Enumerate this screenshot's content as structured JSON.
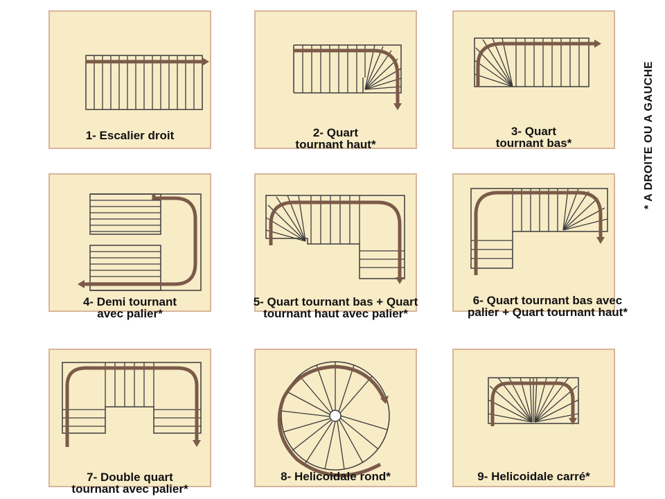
{
  "side_note": "* A DROITE OU A GAUCHE",
  "colors": {
    "panel_bg": "#f8ecc7",
    "panel_border": "#d7b59a",
    "rail": "#7a5a48",
    "stair": "#3b3b3b"
  },
  "diagrams": [
    {
      "lines": [
        "1- Escalier droit"
      ]
    },
    {
      "lines": [
        "2- Quart",
        "tournant haut*"
      ]
    },
    {
      "lines": [
        "3- Quart",
        "tournant bas*"
      ]
    },
    {
      "lines": [
        "4- Demi tournant",
        "avec palier*"
      ]
    },
    {
      "lines": [
        "5- Quart tournant bas + Quart",
        "tournant haut avec palier*"
      ]
    },
    {
      "lines": [
        "6- Quart tournant bas avec",
        "palier + Quart tournant haut*"
      ]
    },
    {
      "lines": [
        "7- Double quart",
        "tournant avec palier*"
      ]
    },
    {
      "lines": [
        "8- Helicoidale rond*"
      ]
    },
    {
      "lines": [
        "9- Helicoidale carré*"
      ]
    }
  ]
}
